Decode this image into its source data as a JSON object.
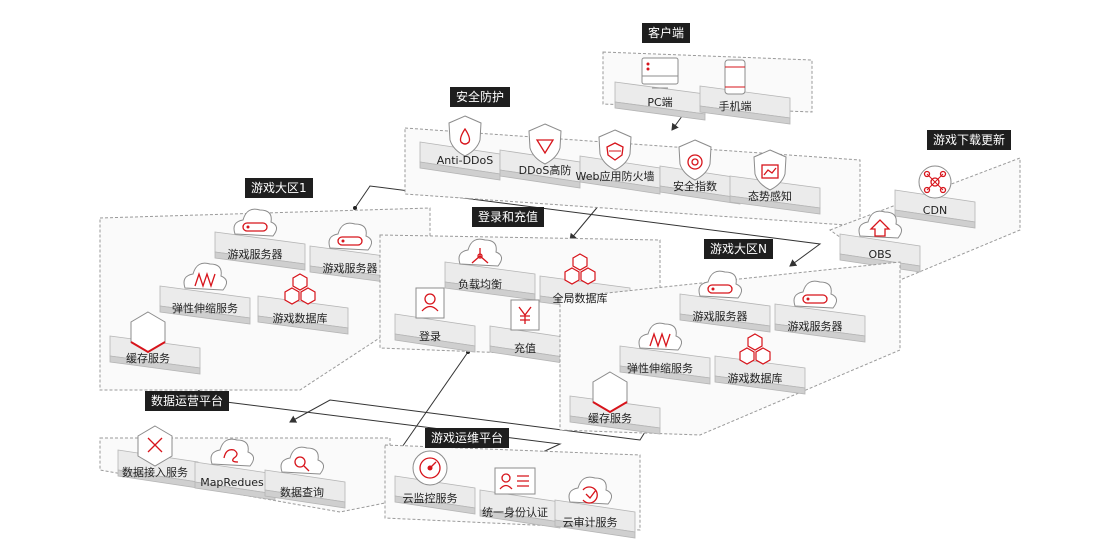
{
  "groups": {
    "client": {
      "title": "客户端",
      "items": [
        "PC端",
        "手机端"
      ]
    },
    "security": {
      "title": "安全防护",
      "items": [
        "Anti-DDoS",
        "DDoS高防",
        "Web应用防火墙",
        "安全指数",
        "态势感知"
      ]
    },
    "download": {
      "title": "游戏下载更新",
      "items": [
        "CDN",
        "OBS"
      ]
    },
    "zone1": {
      "title": "游戏大区1",
      "items": [
        "游戏服务器",
        "游戏服务器",
        "弹性伸缩服务",
        "游戏数据库",
        "缓存服务"
      ]
    },
    "login": {
      "title": "登录和充值",
      "items": [
        "负载均衡",
        "全局数据库",
        "登录",
        "充值"
      ]
    },
    "zoneN": {
      "title": "游戏大区N",
      "items": [
        "游戏服务器",
        "游戏服务器",
        "弹性伸缩服务",
        "游戏数据库",
        "缓存服务"
      ]
    },
    "dataops": {
      "title": "数据运营平台",
      "items": [
        "数据接入服务",
        "MapRedues",
        "数据查询"
      ]
    },
    "gameops": {
      "title": "游戏运维平台",
      "items": [
        "云监控服务",
        "统一身份认证",
        "云审计服务"
      ]
    }
  },
  "colors": {
    "accent": "#d7141b",
    "tag_bg": "#1e1e1e",
    "platform_top": "#ebebeb",
    "platform_side": "#cfcfcf",
    "border": "#b5b5b5"
  }
}
